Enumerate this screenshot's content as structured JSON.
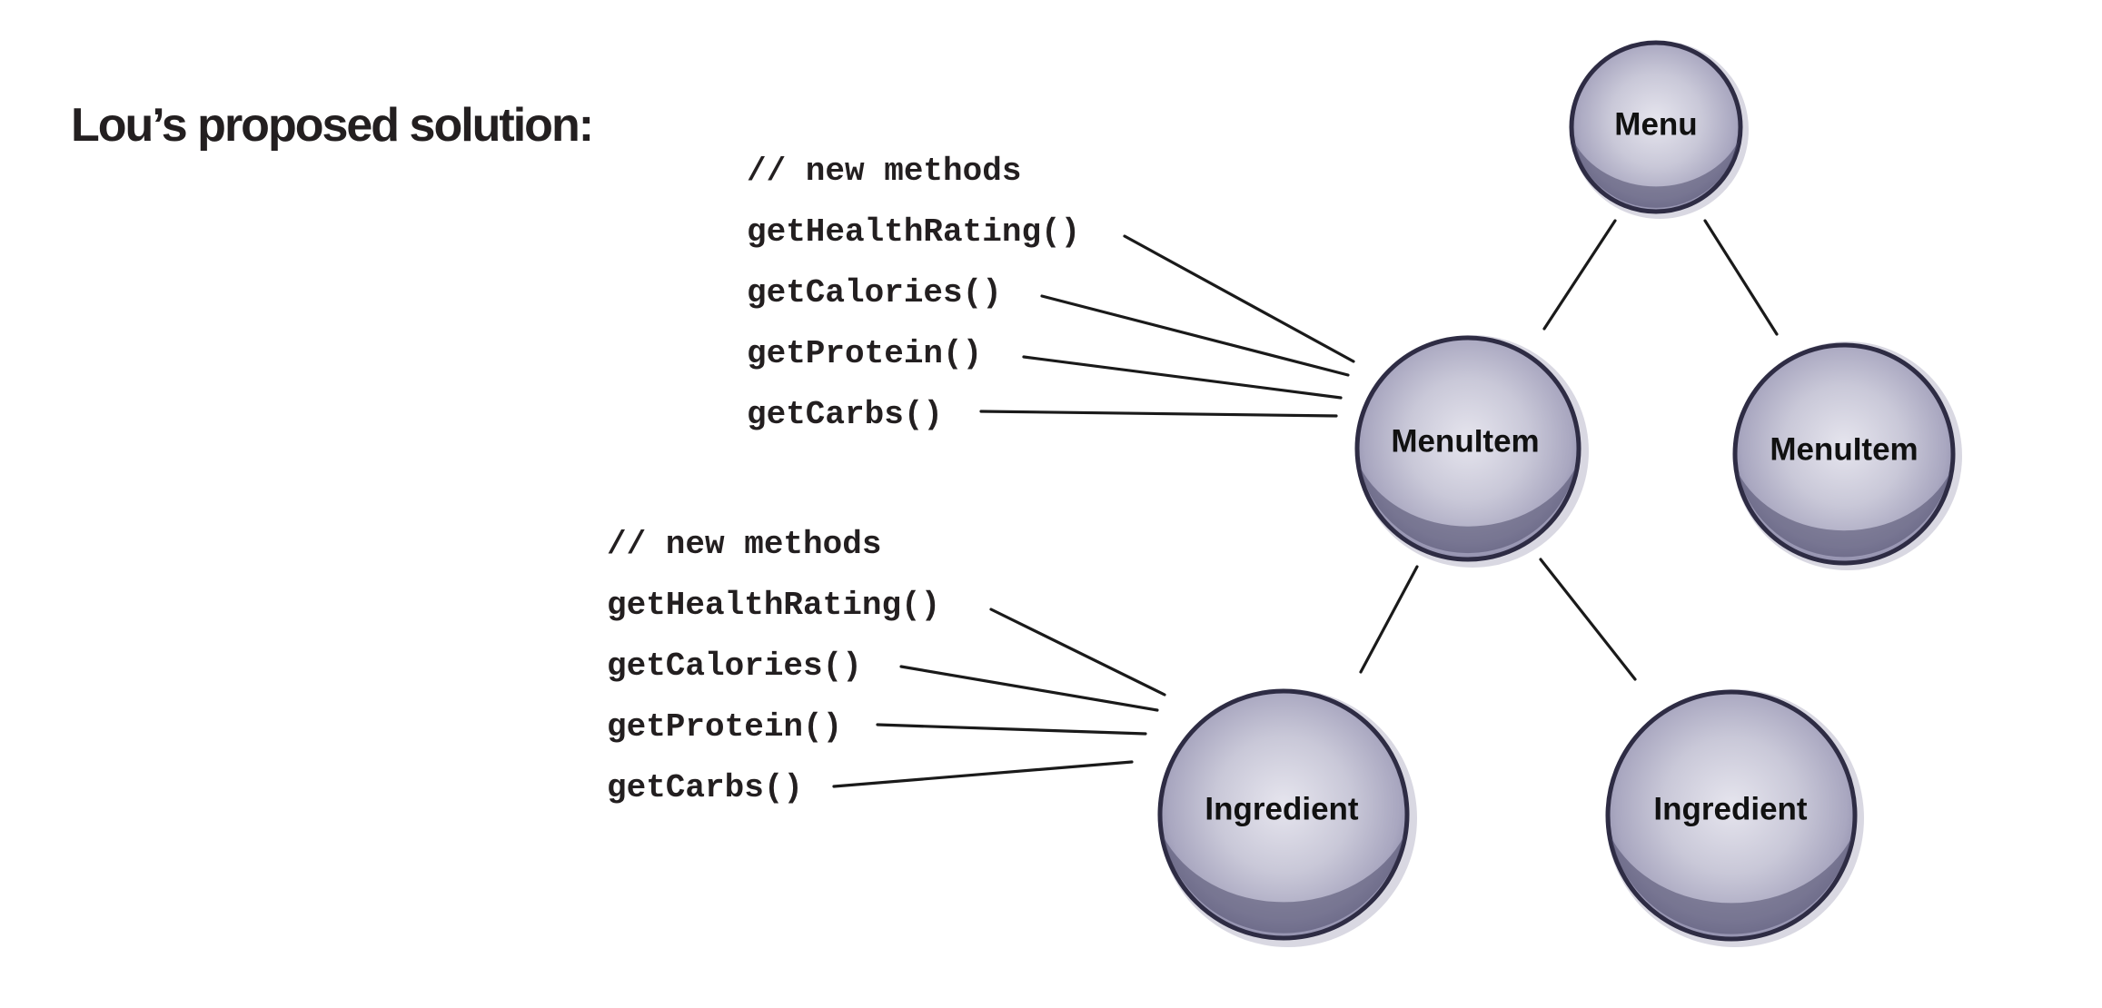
{
  "title": "Lou’s proposed solution:",
  "nodes": {
    "menu": "Menu",
    "menu_item_left": "MenuItem",
    "menu_item_right": "MenuItem",
    "ingredient_left": "Ingredient",
    "ingredient_right": "Ingredient"
  },
  "menu_item_methods": {
    "comment": "// new methods",
    "items": [
      "getHealthRating()",
      "getCalories()",
      "getProtein()",
      "getCarbs()"
    ]
  },
  "ingredient_methods": {
    "comment": "// new methods",
    "items": [
      "getHealthRating()",
      "getCalories()",
      "getProtein()",
      "getCarbs()"
    ]
  },
  "colors": {
    "node_fill": "#c4c3d3",
    "node_outline": "#2e2c44",
    "text": "#231f20"
  }
}
